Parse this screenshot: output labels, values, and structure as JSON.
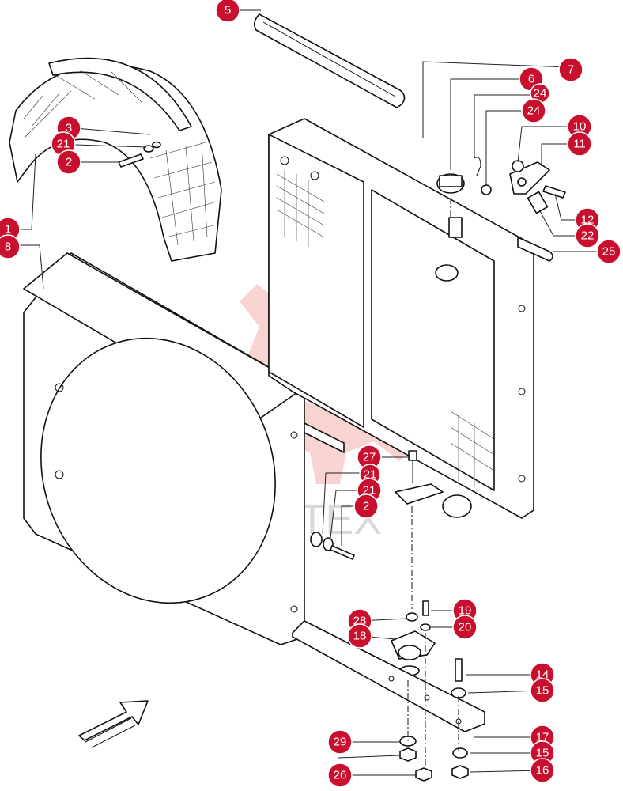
{
  "watermark": {
    "text": "ИНТЕХ",
    "color": "#f4a3a3"
  },
  "accent_color": "#c8102e",
  "callouts": [
    "1",
    "2",
    "3",
    "21",
    "5",
    "6",
    "7",
    "8",
    "10",
    "11",
    "12",
    "14",
    "15",
    "16",
    "17",
    "18",
    "19",
    "20",
    "22",
    "24",
    "25",
    "26",
    "27",
    "28",
    "29"
  ],
  "labels": {
    "c1": "1",
    "c2a": "2",
    "c2b": "2",
    "c21a": "21",
    "c3": "3",
    "c5": "5",
    "c6": "6",
    "c7": "7",
    "c8": "8",
    "c10": "10",
    "c11": "11",
    "c12": "12",
    "c14": "14",
    "c15a": "15",
    "c15b": "15",
    "c16": "16",
    "c17": "17",
    "c18": "18",
    "c19": "19",
    "c20": "20",
    "c21b": "21",
    "c21c": "21",
    "c22": "22",
    "c24": "24",
    "c24b": "24",
    "c25": "25",
    "c26": "26",
    "c27": "27",
    "c28": "28",
    "c29": "29"
  },
  "icons": {
    "direction": "arrow-icon"
  }
}
